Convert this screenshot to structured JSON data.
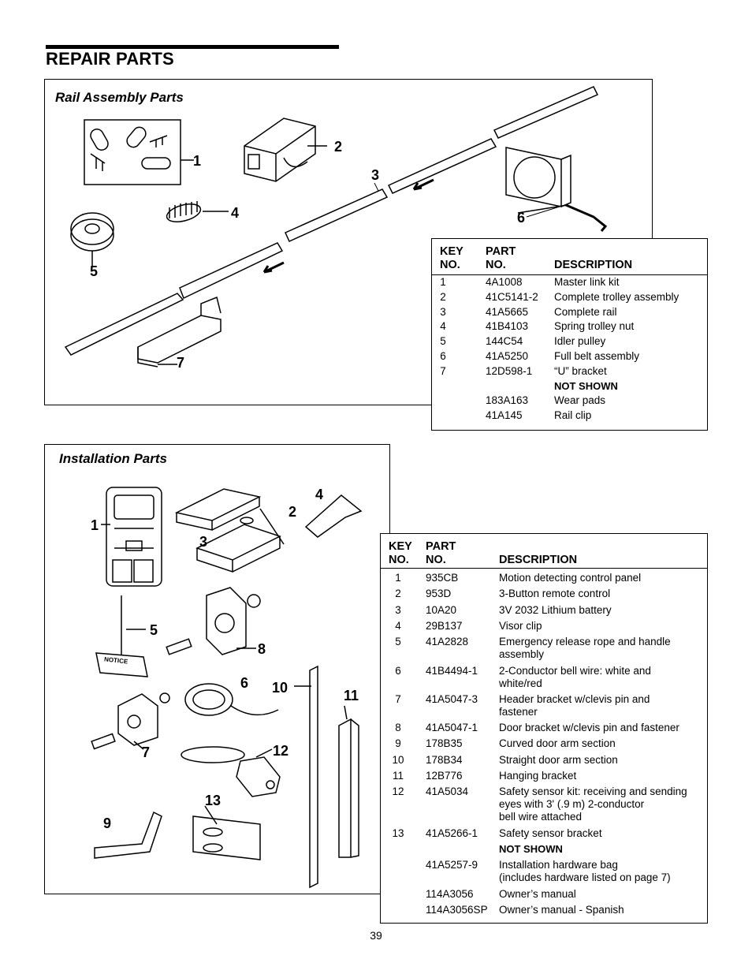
{
  "page_title": "REPAIR PARTS",
  "page_number": "39",
  "rail": {
    "section_title": "Rail Assembly Parts",
    "header": {
      "key": "KEY\nNO.",
      "part": "PART\nNO.",
      "desc": "DESCRIPTION"
    },
    "rows": [
      {
        "key": "1",
        "part": "4A1008",
        "desc": "Master link kit"
      },
      {
        "key": "2",
        "part": "41C5141-2",
        "desc": "Complete trolley assembly"
      },
      {
        "key": "3",
        "part": "41A5665",
        "desc": "Complete rail"
      },
      {
        "key": "4",
        "part": "41B4103",
        "desc": "Spring trolley nut"
      },
      {
        "key": "5",
        "part": "144C54",
        "desc": "Idler pulley"
      },
      {
        "key": "6",
        "part": "41A5250",
        "desc": "Full belt assembly"
      },
      {
        "key": "7",
        "part": "12D598-1",
        "desc": "“U” bracket"
      },
      {
        "key": "",
        "part": "",
        "desc": "NOT SHOWN",
        "not_shown": true
      },
      {
        "key": "",
        "part": "183A163",
        "desc": "Wear pads"
      },
      {
        "key": "",
        "part": "41A145",
        "desc": "Rail clip"
      }
    ],
    "callouts": [
      "1",
      "2",
      "3",
      "4",
      "5",
      "6",
      "7"
    ]
  },
  "install": {
    "section_title": "Installation Parts",
    "header": {
      "key": "KEY\nNO.",
      "part": "PART\nNO.",
      "desc": "DESCRIPTION"
    },
    "rows": [
      {
        "key": "1",
        "part": "935CB",
        "desc": "Motion detecting control panel"
      },
      {
        "key": "2",
        "part": "953D",
        "desc": "3-Button remote control"
      },
      {
        "key": "3",
        "part": "10A20",
        "desc": "3V 2032 Lithium battery"
      },
      {
        "key": "4",
        "part": "29B137",
        "desc": "Visor clip"
      },
      {
        "key": "5",
        "part": "41A2828",
        "desc": "Emergency release rope and handle\nassembly"
      },
      {
        "key": "6",
        "part": "41B4494-1",
        "desc": "2-Conductor bell wire: white and\nwhite/red"
      },
      {
        "key": "7",
        "part": "41A5047-3",
        "desc": "Header bracket w/clevis pin and\nfastener"
      },
      {
        "key": "8",
        "part": "41A5047-1",
        "desc": "Door bracket w/clevis pin and fastener"
      },
      {
        "key": "9",
        "part": "178B35",
        "desc": "Curved door arm section"
      },
      {
        "key": "10",
        "part": "178B34",
        "desc": "Straight door arm section"
      },
      {
        "key": "11",
        "part": "12B776",
        "desc": "Hanging bracket"
      },
      {
        "key": "12",
        "part": "41A5034",
        "desc": "Safety sensor kit: receiving and sending\neyes with 3' (.9 m) 2-conductor\nbell wire attached"
      },
      {
        "key": "13",
        "part": "41A5266-1",
        "desc": "Safety sensor bracket"
      },
      {
        "key": "",
        "part": "",
        "desc": "NOT SHOWN",
        "not_shown": true
      },
      {
        "key": "",
        "part": "41A5257-9",
        "desc": "Installation hardware bag\n(includes hardware listed on page 7)"
      },
      {
        "key": "",
        "part": "114A3056",
        "desc": "Owner’s manual"
      },
      {
        "key": "",
        "part": "114A3056SP",
        "desc": "Owner’s manual - Spanish"
      }
    ],
    "callouts": [
      "1",
      "2",
      "3",
      "4",
      "5",
      "6",
      "7",
      "8",
      "9",
      "10",
      "11",
      "12",
      "13"
    ],
    "notice_label": "NOTICE"
  }
}
